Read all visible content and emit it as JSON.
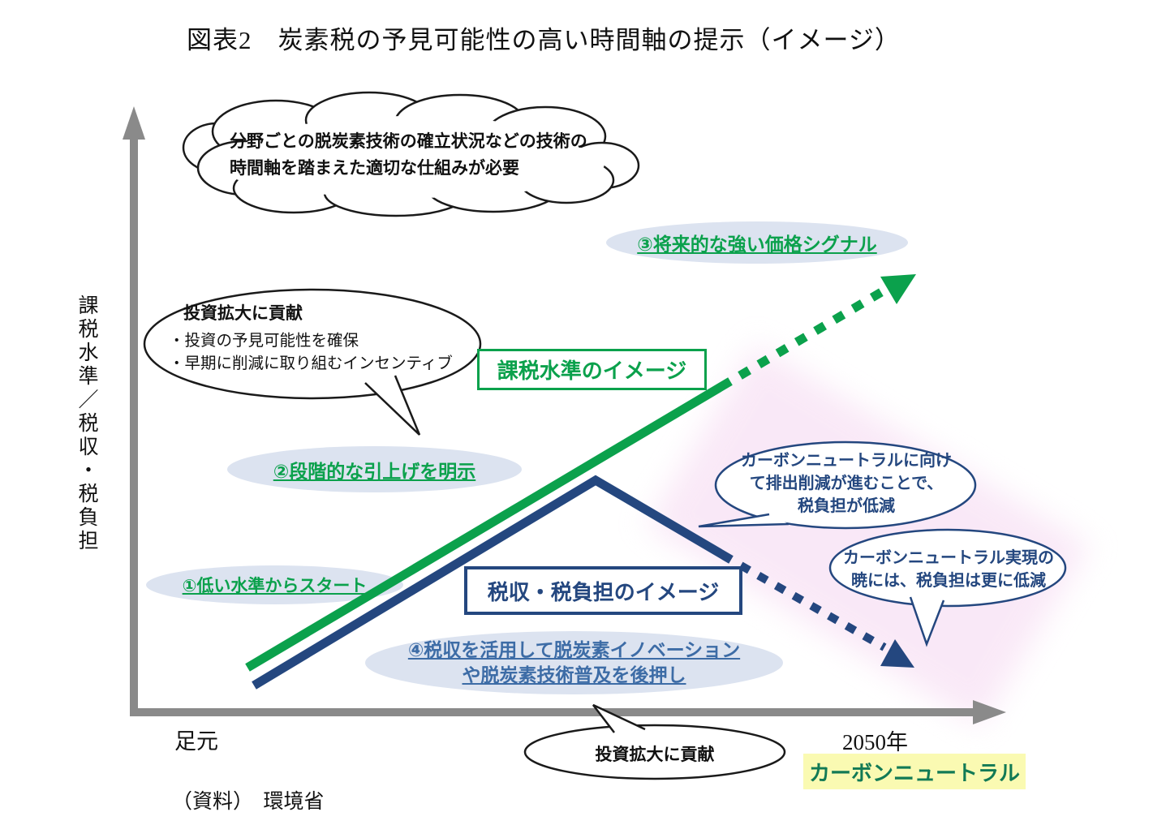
{
  "title": "図表2　炭素税の予見可能性の高い時間軸の提示（イメージ）",
  "y_axis_label": "課税水準／税収・税負担",
  "x_axis": {
    "start": "足元",
    "end": "2050年"
  },
  "cloud": {
    "line1": "分野ごとの脱炭素技術の確立状況などの技術の",
    "line2": "時間軸を踏まえた適切な仕組みが必要"
  },
  "invest_bubble": {
    "title": "投資拡大に貢献",
    "item1": "・投資の予見可能性を確保",
    "item2": "・早期に削減に取り組むインセンティブ"
  },
  "green_line_label": "課税水準のイメージ",
  "blue_line_label": "税収・税負担のイメージ",
  "points": {
    "p1": "①低い水準からスタート",
    "p2": "②段階的な引上げを明示",
    "p3": "③将来的な強い価格シグナル",
    "p4_line1": "④税収を活用して脱炭素イノベーション",
    "p4_line2": "や脱炭素技術普及を後押し"
  },
  "cn_bubble1": {
    "line1": "カーボンニュートラルに向け",
    "line2": "て排出削減が進むことで、",
    "line3": "税負担が低減"
  },
  "cn_bubble2": {
    "line1": "カーボンニュートラル実現の",
    "line2": "暁には、税負担は更に低減"
  },
  "bottom_bubble": "投資拡大に貢献",
  "carbon_neutral_badge": "カーボンニュートラル",
  "source": "（資料）　環境省",
  "colors": {
    "green": "#0ba14c",
    "navy": "#24477f",
    "steel_blue": "#3d6ca6",
    "badge_bg": "#dce3f0",
    "axis_gray": "#8a8a8a",
    "yellow_bg": "#fafab2",
    "cn_text_green": "#127a55",
    "pink_band": "#f6daf2"
  }
}
